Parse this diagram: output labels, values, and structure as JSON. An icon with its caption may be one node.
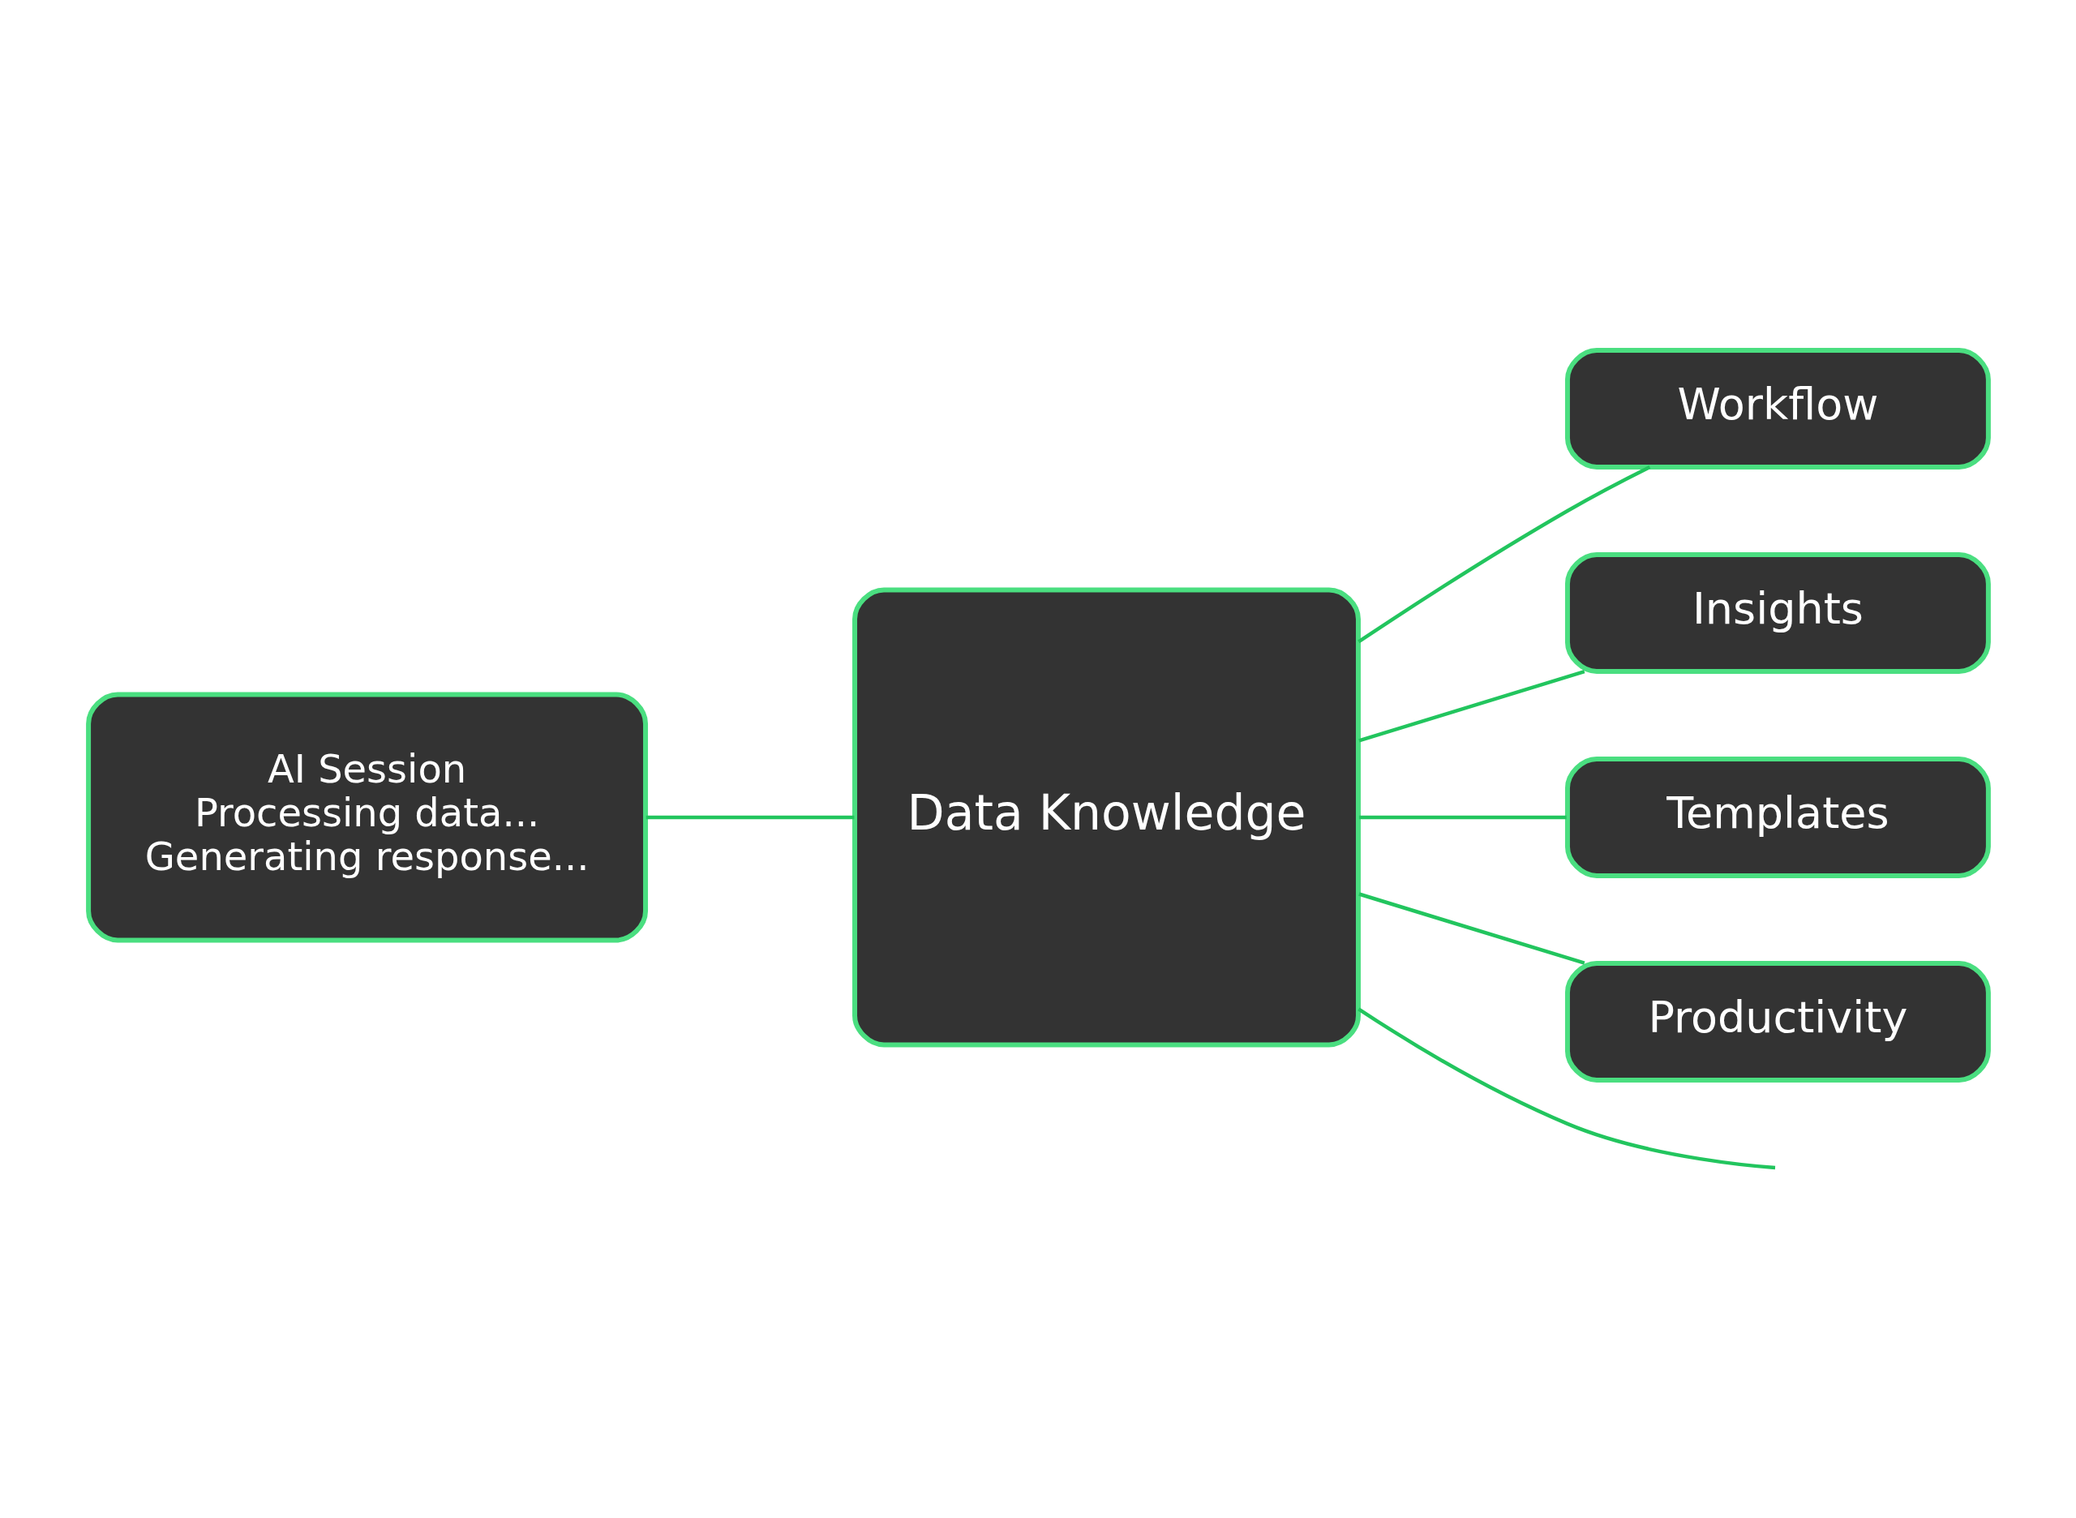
{
  "diagram": {
    "nodes": [
      {
        "text": [
          "AI Session",
          "Processing data...",
          "Generating response..."
        ]
      },
      {
        "text": [
          "Data Knowledge"
        ]
      },
      {
        "text": [
          "Workflow"
        ]
      },
      {
        "text": [
          "Insights"
        ]
      },
      {
        "text": [
          "Templates"
        ]
      },
      {
        "text": [
          "Productivity"
        ]
      }
    ],
    "edges": [
      {
        "from": 0,
        "to": 1,
        "arrow": "none"
      },
      {
        "from": 1,
        "to": 2,
        "arrow": "none"
      },
      {
        "from": 1,
        "to": 3,
        "arrow": "none"
      },
      {
        "from": 1,
        "to": null,
        "arrow": "none"
      },
      {
        "from": 1,
        "to": 4,
        "arrow": "none"
      },
      {
        "from": 1,
        "to": 5,
        "arrow": "none"
      }
    ]
  }
}
